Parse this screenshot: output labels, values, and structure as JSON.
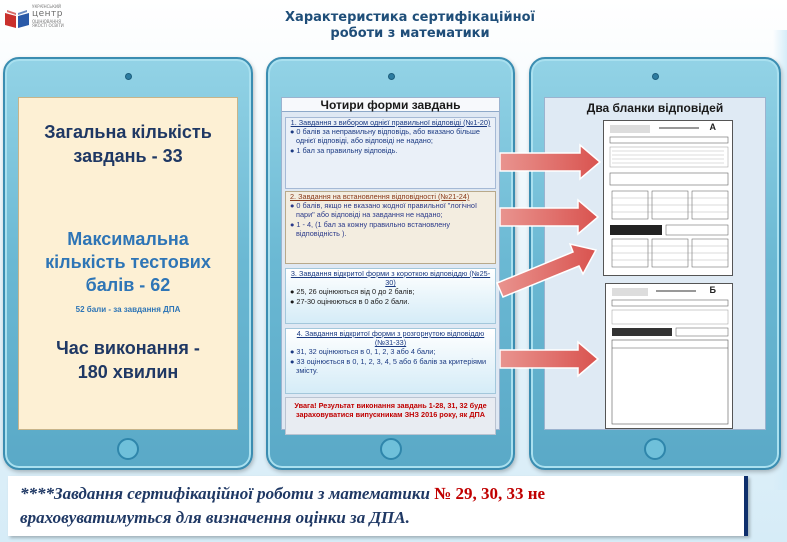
{
  "logo": {
    "line1": "УКРАЇНСЬКИЙ",
    "line2": "центр",
    "line3": "ОЦІНЮВАННЯ ЯКОСТІ ОСВІТИ"
  },
  "title": {
    "line1": "Характеристика сертифікаційної",
    "line2": "роботи з математики"
  },
  "tablet1": {
    "total_line1": "Загальна кількість",
    "total_line2": "завдань - 33",
    "max_line1": "Максимальна",
    "max_line2": "кількість тестових",
    "max_line3": "балів - 62",
    "note": "52 бали - за завдання ДПА",
    "time_line1": "Час виконання -",
    "time_line2": "180 хвилин"
  },
  "tablet2": {
    "heading": "Чотири форми завдань",
    "box1": {
      "title": "1. Завдання з вибором однієї правильної відповіді (№1-20)",
      "items": [
        "●  0 балів за неправильну відповідь, або вказано більше однієї відповіді, або відповіді не надано;",
        "●  1 бал за правильну відповідь."
      ]
    },
    "box2": {
      "title": "2. Завдання на встановлення відповідності (№21-24)",
      "items": [
        "● 0 балів, якщо не вказано жодної правильної \"логічної пари\" або відповіді на завдання не надано;",
        "● 1 - 4, (1 бал за кожну правильно встановлену відповідність )."
      ]
    },
    "box3": {
      "title": "3. Завдання відкритої форми з короткою відповіддю (№25-30)",
      "items": [
        "●    25, 26 оцінюються від 0 до 2 балів;",
        "●      27-30 оцінюються в 0 або 2 бали."
      ]
    },
    "box4": {
      "title": "4. Завдання відкритої форми з розгорнутою відповіддю (№31-33)",
      "items": [
        "●    31, 32 оцінюються в 0, 1, 2, 3 або 4 бали;",
        "●  33 оцінюється в 0, 1, 2, 3, 4, 5 або 6 балів за критеріями змісту."
      ]
    },
    "warning": "Увага! Результат виконання завдань 1-28, 31, 32 буде зараховуватися випускникам ЗНЗ 2016 року, як ДПА"
  },
  "tablet3": {
    "heading": "Два бланки відповідей",
    "sheet_a_letter": "А",
    "sheet_b_letter": "Б"
  },
  "bottom_note": {
    "part1": "****Завдання сертифікаційної роботи з математики ",
    "part2": "№ 29, 30, 33 не",
    "part3": "враховуватимуться для визначення оцінки за ДПА."
  },
  "colors": {
    "tablet": "#6ab8d3",
    "arrow": "#d9534f",
    "title": "#1f4e79",
    "accent_red": "#c00000"
  }
}
